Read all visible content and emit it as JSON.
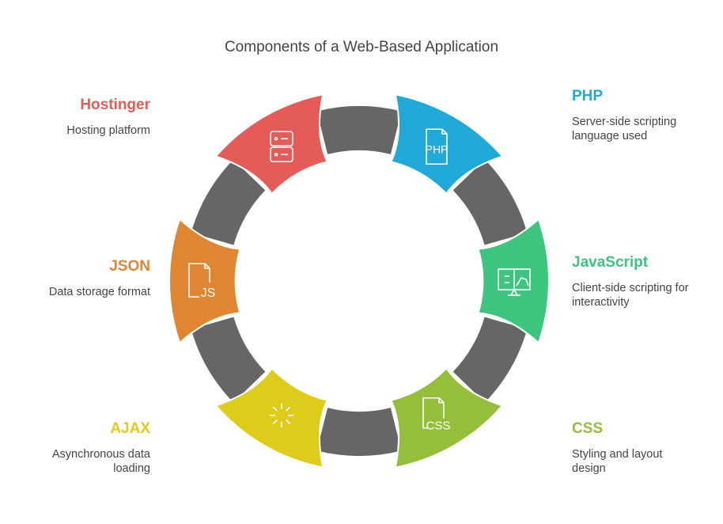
{
  "title": "Components of a Web-Based Application",
  "ring_color": "#666666",
  "items": [
    {
      "key": "php",
      "title": "PHP",
      "description": "Server-side scripting language used",
      "color": "#21a9d9",
      "icon": "php-file-icon",
      "angle_deg": 30,
      "side": "right"
    },
    {
      "key": "javascript",
      "title": "JavaScript",
      "description": "Client-side scripting for interactivity",
      "color": "#3dc47f",
      "icon": "monitor-chart-icon",
      "angle_deg": 90,
      "side": "right"
    },
    {
      "key": "css",
      "title": "CSS",
      "description": "Styling and layout design",
      "color": "#93bf3b",
      "icon": "css-file-icon",
      "angle_deg": 150,
      "side": "right"
    },
    {
      "key": "ajax",
      "title": "AJAX",
      "description": "Asynchronous data loading",
      "color": "#dfcb1a",
      "icon": "loading-spinner-icon",
      "angle_deg": 210,
      "side": "left"
    },
    {
      "key": "json",
      "title": "JSON",
      "description": "Data storage format",
      "color": "#e08632",
      "icon": "js-file-icon",
      "angle_deg": 270,
      "side": "left"
    },
    {
      "key": "hostinger",
      "title": "Hostinger",
      "description": "Hosting platform",
      "color": "#e55b57",
      "icon": "server-icon",
      "angle_deg": 330,
      "side": "left"
    }
  ]
}
